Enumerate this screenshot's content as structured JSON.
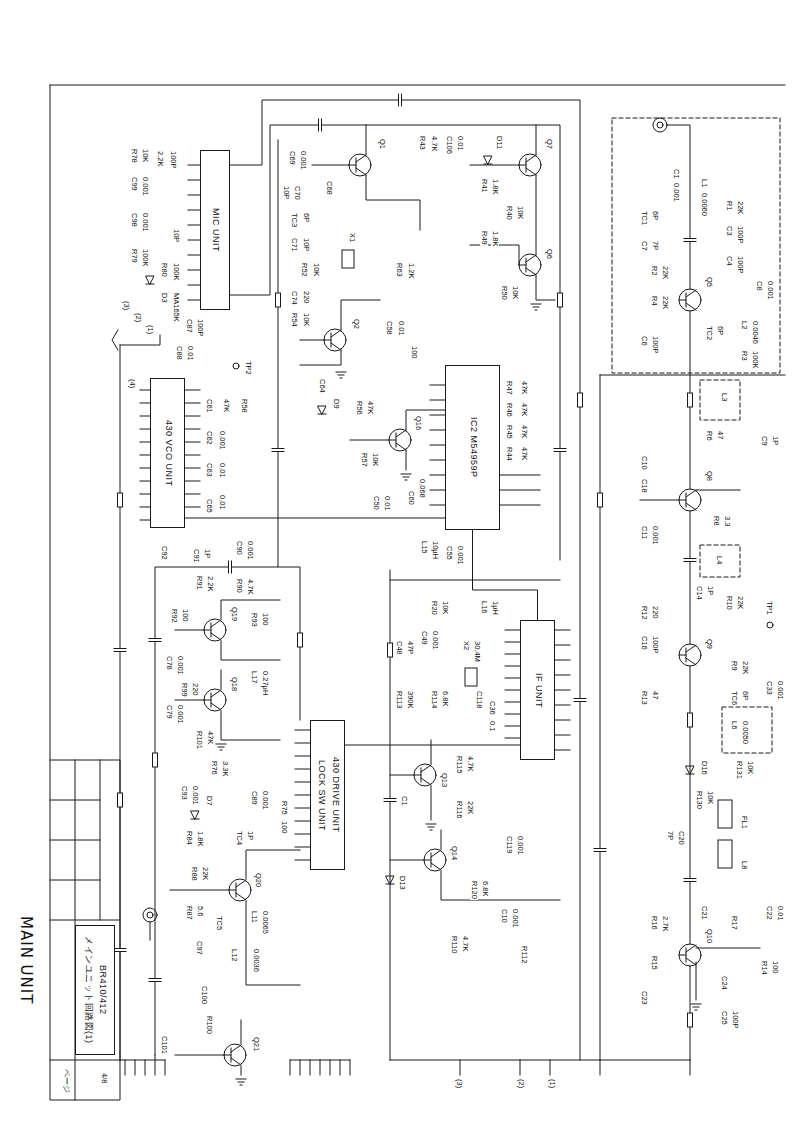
{
  "diagram": {
    "nodes": [
      {
        "text": [
          "MIC UNIT"
        ]
      },
      {
        "text": [
          "430 VCO UNIT"
        ]
      },
      {
        "text": [
          "IC2 M54959P"
        ]
      },
      {
        "text": [
          "430 DRIVE UNIT",
          "LOCK SW UNIT"
        ]
      },
      {
        "text": [
          "IF UNIT"
        ]
      },
      {
        "text": [
          "BR410/412",
          "メインユニット回路図(1)"
        ]
      }
    ],
    "edges": [
      {
        "from": 1,
        "to": 2,
        "arrow": "none"
      },
      {
        "from": 2,
        "to": 4,
        "arrow": "none"
      },
      {
        "from": 3,
        "to": 4,
        "arrow": "none"
      }
    ],
    "labels": [
      "R78",
      "10K",
      "2.2K",
      "100P",
      "C99",
      "0.001",
      "C98",
      "0.001",
      "R79",
      "100K",
      "10P",
      "R80",
      "100K",
      "D3",
      "MA165K",
      "C87",
      "100P",
      "(3)",
      "(2)",
      "(1)",
      "C88",
      "0.01",
      "TP2",
      "(4)",
      "C61",
      "47K",
      "R58",
      "C62",
      "0.001",
      "C63",
      "0.01",
      "C65",
      "0.01",
      "Q1",
      "R43",
      "4.7K",
      "C69",
      "0.001",
      "C68",
      "10P",
      "C70",
      "TC3",
      "6P",
      "C71",
      "10P",
      "X1",
      "R52",
      "10K",
      "C74",
      "220",
      "R54",
      "10K",
      "Q2",
      "R63",
      "1.2K",
      "C58",
      "0.01",
      "100",
      "C106",
      "0.01",
      "D11",
      "Q7",
      "R41",
      "1.8K",
      "R40",
      "10K",
      "R49",
      "1.8K",
      "R50",
      "10K",
      "Q6",
      "R47",
      "47K",
      "R46",
      "47K",
      "R45",
      "47K",
      "R44",
      "47K",
      "Q16",
      "R56",
      "47K",
      "R57",
      "10K",
      "D9",
      "C64",
      "C50",
      "0.01",
      "C60",
      "0.068",
      "C55",
      "0.001",
      "L15",
      "10μH",
      "C92",
      "C91",
      "1P",
      "C90",
      "0.001",
      "R91",
      "2.2K",
      "R90",
      "4.7K",
      "R92",
      "100",
      "Q19",
      "R93",
      "100",
      "L17",
      "0.27μH",
      "C78",
      "0.001",
      "R99",
      "220",
      "Q18",
      "C79",
      "0.001",
      "R101",
      "47K",
      "R76",
      "3.3K",
      "C93",
      "0.001",
      "D7",
      "R84",
      "1.8K",
      "TC4",
      "1P",
      "C89",
      "0.001",
      "R75",
      "100",
      "R88",
      "22K",
      "Q20",
      "R87",
      "5.6",
      "TC5",
      "L11",
      "0.0065",
      "C97",
      "L12",
      "0.0036",
      "C100",
      "R100",
      "C101",
      "Q21",
      "R20",
      "10K",
      "L16",
      "1μH",
      "C49",
      "0.001",
      "X2",
      "30.4M",
      "C48",
      "47P",
      "R114",
      "6.8K",
      "C118",
      "C36",
      "0.1",
      "R113",
      "390K",
      "R115",
      "4.7K",
      "Q13",
      "C1",
      "R116",
      "22K",
      "Q14",
      "D13",
      "R120",
      "6.8K",
      "C119",
      "0.001",
      "C10",
      "0.001",
      "R110",
      "4.7K",
      "R112",
      "(3)",
      "(2)",
      "(1)",
      "C1",
      "0.001",
      "L1",
      "0.0060",
      "TC1",
      "6P",
      "C7",
      "7P",
      "R1",
      "22K",
      "C3",
      "100P",
      "C4",
      "100P",
      "R2",
      "22K",
      "Q5",
      "R4",
      "22K",
      "C8",
      "0.001",
      "TC2",
      "6P",
      "L2",
      "0.0046",
      "C6",
      "100P",
      "R3",
      "100K",
      "L3",
      "C9",
      "1P",
      "R6",
      "47",
      "C10",
      "C18",
      "Q8",
      "R8",
      "3.3",
      "C11",
      "0.001",
      "L4",
      "C14",
      "1P",
      "R10",
      "22K",
      "TP1",
      "R12",
      "220",
      "C16",
      "100P",
      "Q9",
      "R9",
      "22K",
      "C33",
      "0.001",
      "TC6",
      "6P",
      "R13",
      "47",
      "L6",
      "0.0050",
      "R131",
      "10K",
      "D16",
      "R130",
      "10K",
      "FL1",
      "C20",
      "7P",
      "L8",
      "C21",
      "R16",
      "2.7K",
      "R17",
      "C22",
      "0.01",
      "Q10",
      "R15",
      "C23",
      "C24",
      "C25",
      "100P",
      "R14",
      "100",
      "4/8",
      "ページ",
      "MAIN UNIT"
    ]
  }
}
